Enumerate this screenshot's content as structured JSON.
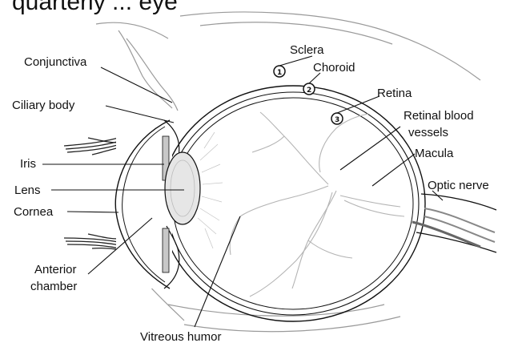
{
  "title_fragment": "  quarterly ... eye",
  "labels": {
    "sclera": "Sclera",
    "choroid": "Choroid",
    "retina": "Retina",
    "retinal_blood_vessels_line1": "Retinal blood",
    "retinal_blood_vessels_line2": "vessels",
    "macula": "Macula",
    "optic_nerve": "Optic nerve",
    "conjunctiva": "Conjunctiva",
    "ciliary_body": "Ciliary body",
    "iris": "Iris",
    "lens": "Lens",
    "cornea": "Cornea",
    "anterior_chamber_line1": "Anterior",
    "anterior_chamber_line2": "chamber",
    "vitreous_humor": "Vitreous humor"
  },
  "markers": [
    "1",
    "2",
    "3"
  ]
}
